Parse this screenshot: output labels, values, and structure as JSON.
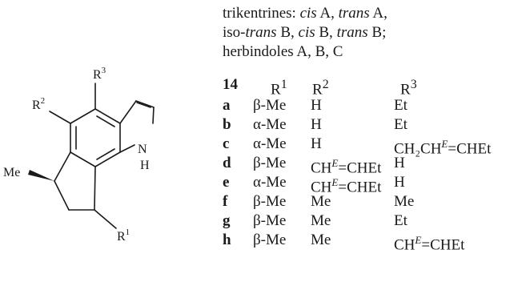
{
  "caption": {
    "line1_a": "trikentrines: ",
    "line1_b": "cis",
    "line1_c": " A, ",
    "line1_d": "trans",
    "line1_e": " A,",
    "line2_a": "iso-",
    "line2_b": "trans",
    "line2_c": " B, ",
    "line2_d": "cis",
    "line2_e": " B, ",
    "line2_f": "trans",
    "line2_g": " B;",
    "line3": "herbindoles A, B, C"
  },
  "structure_labels": {
    "me": "Me",
    "n": "N",
    "h": "H",
    "r1": "R",
    "r2": "R",
    "r3": "R",
    "sup1": "1",
    "sup2": "2",
    "sup3": "3"
  },
  "table": {
    "compound": "14",
    "headers": [
      {
        "base": "R",
        "sup": "1"
      },
      {
        "base": "R",
        "sup": "2"
      },
      {
        "base": "R",
        "sup": "3"
      }
    ],
    "rows": [
      {
        "id": "a",
        "r1": "β-Me",
        "r2": "H",
        "r3": "Et"
      },
      {
        "id": "b",
        "r1": "α-Me",
        "r2": "H",
        "r3": "Et"
      },
      {
        "id": "c",
        "r1": "α-Me",
        "r2": "H",
        "r3": "CH₂CH=CHEt"
      },
      {
        "id": "d",
        "r1": "β-Me",
        "r2": "CH=CHEt",
        "r3": "H"
      },
      {
        "id": "e",
        "r1": "α-Me",
        "r2": "CH=CHEt",
        "r3": "H"
      },
      {
        "id": "f",
        "r1": "β-Me",
        "r2": "Me",
        "r3": "Me"
      },
      {
        "id": "g",
        "r1": "β-Me",
        "r2": "Me",
        "r3": "Et"
      },
      {
        "id": "h",
        "r1": "β-Me",
        "r2": "Me",
        "r3": "CH=CHEt"
      }
    ],
    "e_mark": "E"
  }
}
